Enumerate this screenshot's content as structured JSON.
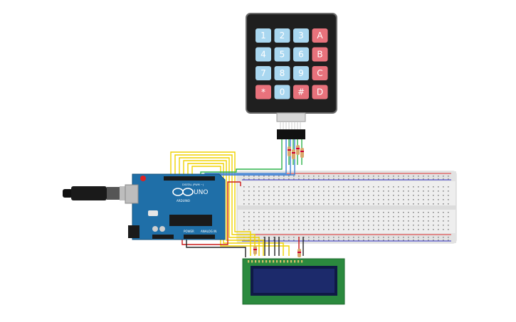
{
  "keypad": {
    "rows": [
      [
        {
          "label": "1",
          "kind": "num"
        },
        {
          "label": "2",
          "kind": "num"
        },
        {
          "label": "3",
          "kind": "num"
        },
        {
          "label": "A",
          "kind": "letter"
        }
      ],
      [
        {
          "label": "4",
          "kind": "num"
        },
        {
          "label": "5",
          "kind": "num"
        },
        {
          "label": "6",
          "kind": "num"
        },
        {
          "label": "B",
          "kind": "letter"
        }
      ],
      [
        {
          "label": "7",
          "kind": "num"
        },
        {
          "label": "8",
          "kind": "num"
        },
        {
          "label": "9",
          "kind": "num"
        },
        {
          "label": "C",
          "kind": "letter"
        }
      ],
      [
        {
          "label": "*",
          "kind": "symbol"
        },
        {
          "label": "0",
          "kind": "num"
        },
        {
          "label": "#",
          "kind": "symbol"
        },
        {
          "label": "D",
          "kind": "letter"
        }
      ]
    ]
  },
  "arduino": {
    "model_label": "UNO",
    "brand_label": "ARDUINO",
    "digital_label": "DIGITAL (PWM ~)",
    "power_label": "POWER",
    "analog_label": "ANALOG IN"
  },
  "colors": {
    "key_blue": "#a9d7f0",
    "key_red": "#e8727c",
    "keypad_body": "#1f1f1f",
    "arduino_blue": "#1f6fa8",
    "breadboard": "#eeeeee",
    "lcd_pcb": "#2b8a3e",
    "lcd_screen": "#1c2a6b",
    "wire_yellow": "#f0d200",
    "wire_green": "#2db34a",
    "wire_blue": "#3a7fd5",
    "wire_red": "#cc1a1a",
    "wire_black": "#222222"
  },
  "components": [
    "keypad-4x4",
    "arduino-uno",
    "breadboard",
    "lcd-16x2",
    "resistors",
    "usb-cable"
  ]
}
